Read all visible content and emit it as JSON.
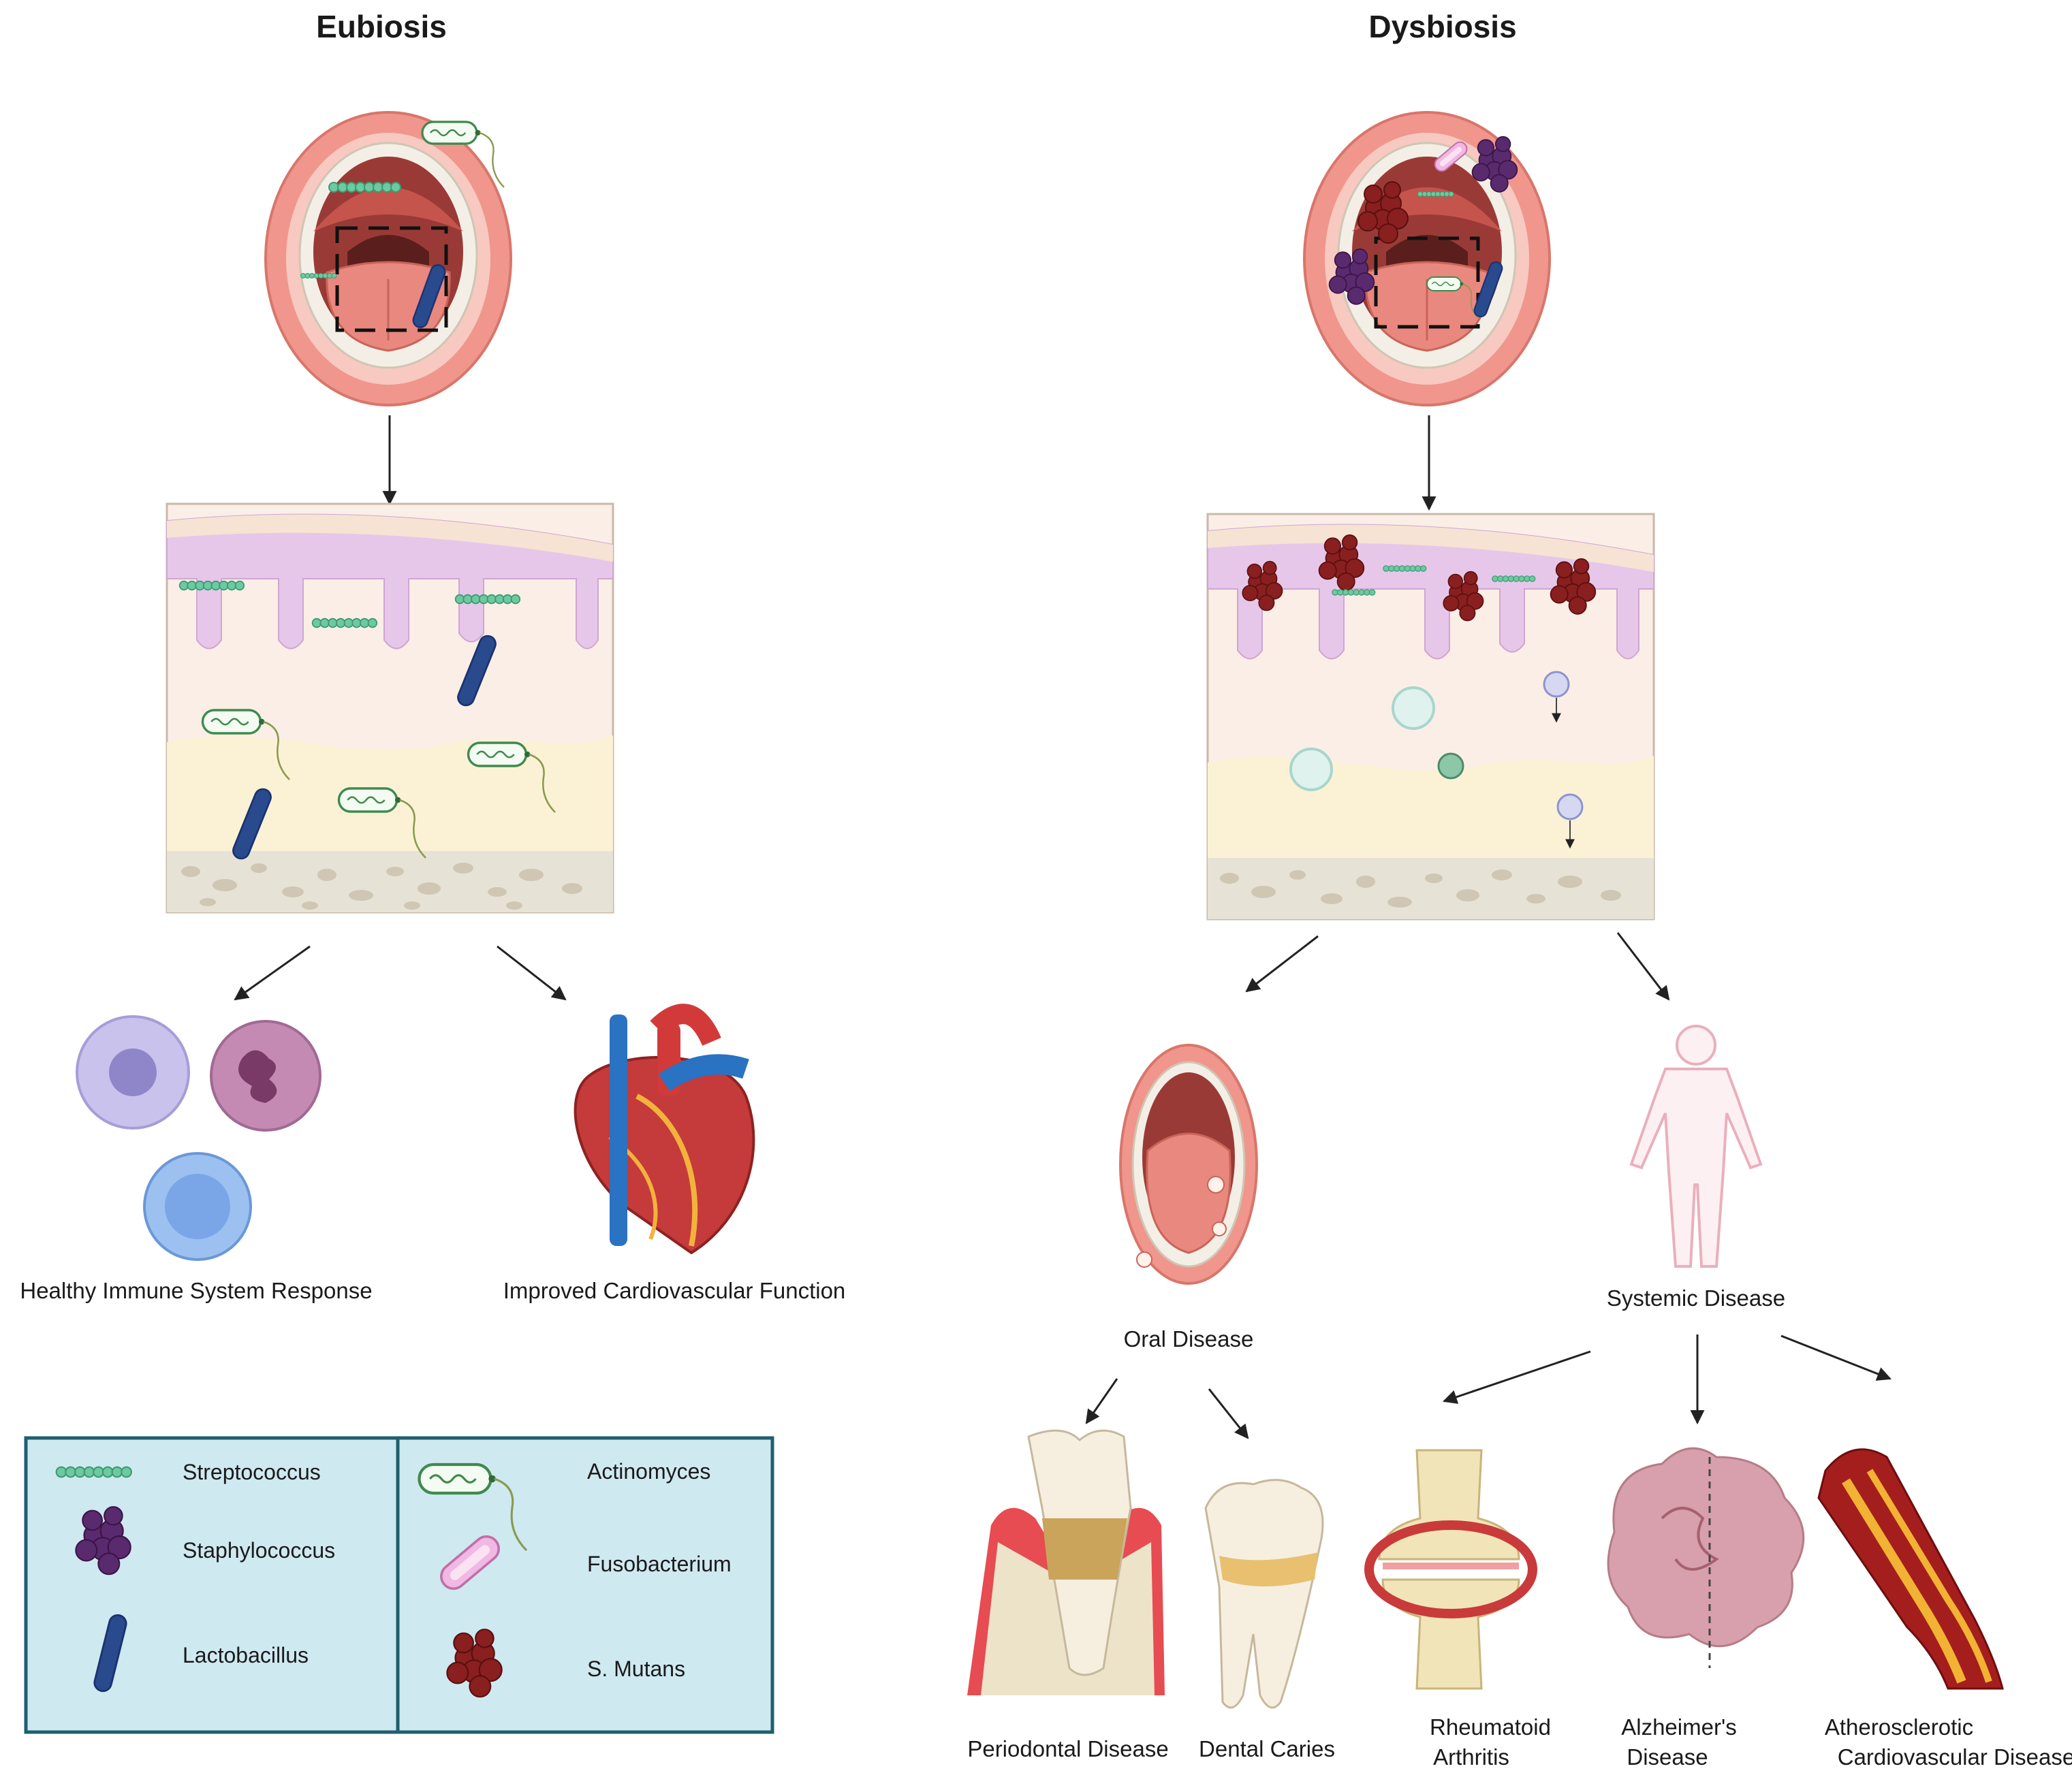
{
  "titles": {
    "left": "Eubiosis",
    "right": "Dysbiosis"
  },
  "outcomes": {
    "immune": "Healthy Immune System Response",
    "cardio": "Improved Cardiovascular Function",
    "oral": "Oral Disease",
    "systemic": "Systemic Disease"
  },
  "diseases": {
    "periodontal": "Periodontal Disease",
    "caries": "Dental Caries",
    "ra_line1": "Rheumatoid",
    "ra_line2": "Arthritis",
    "alz_line1": "Alzheimer's",
    "alz_line2": "Disease",
    "ath_line1": "Atherosclerotic",
    "ath_line2": "Cardiovascular Disease"
  },
  "legend": {
    "streptococcus": "Streptococcus",
    "staphylococcus": "Staphylococcus",
    "lactobacillus": "Lactobacillus",
    "actinomyces": "Actinomyces",
    "fusobacterium": "Fusobacterium",
    "smutans": "S. Mutans"
  },
  "colors": {
    "legend_bg": "#cfe9f1",
    "legend_border": "#1f5f6f",
    "mucosa": "#e6c7e9",
    "epithelium": "#fbeee6",
    "lamina": "#fbf2d6",
    "bone": "#e7e2d6",
    "lip": "#f0968c",
    "streptococcus": "#6cc9a0",
    "lactobacillus": "#2a4a8e",
    "staphylococcus": "#5a2a6e",
    "smutans": "#8a1f1f",
    "fusobacterium": "#e9a2d6"
  },
  "icons": {
    "mouth": "open-mouth-icon",
    "tissue": "tissue-cross-section-icon",
    "immune": "immune-cells-icon",
    "heart": "heart-icon",
    "body": "human-body-icon",
    "tooth": "tooth-icon",
    "joint": "knee-joint-icon",
    "brain": "brain-icon",
    "artery": "artery-icon"
  }
}
